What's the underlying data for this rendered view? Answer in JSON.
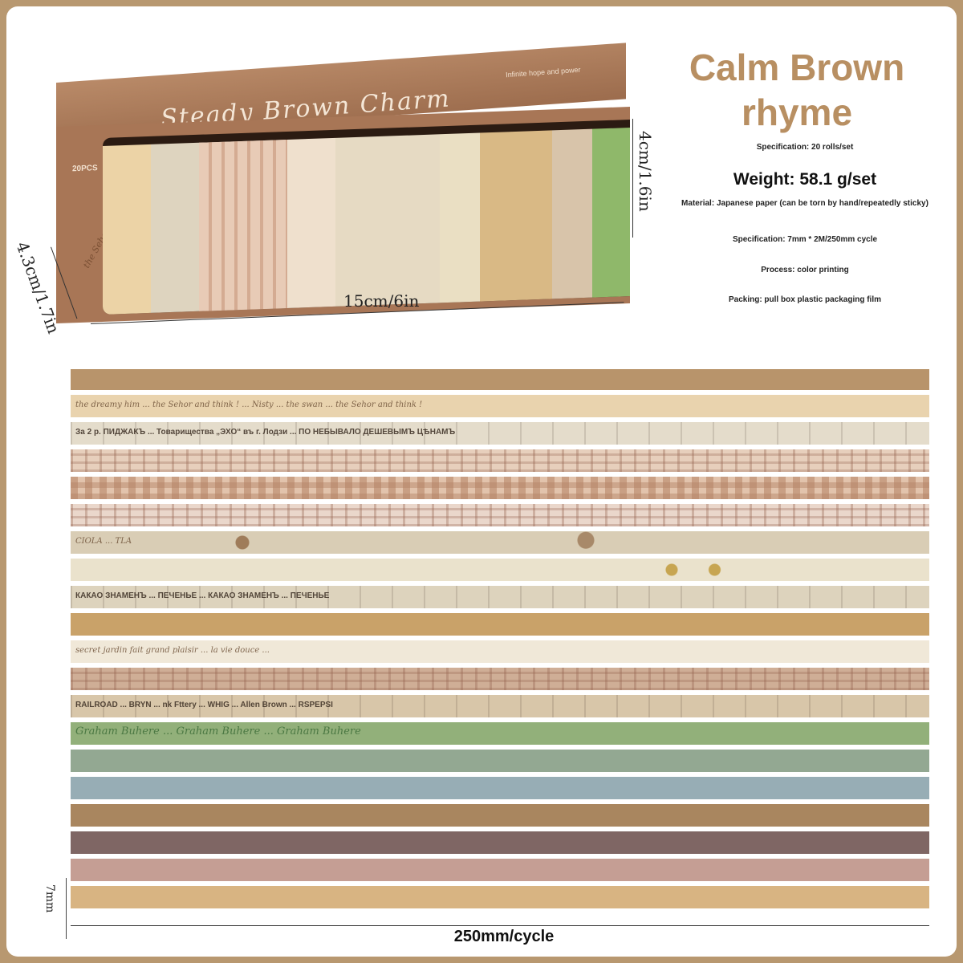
{
  "product": {
    "box_title": "Steady Brown Charm",
    "box_small_text": "Infinite hope and power",
    "box_brand": "20PCS",
    "box_handwriting": "the Sehor and think!"
  },
  "dimensions": {
    "length": "15cm/6in",
    "height": "4cm/1.6in",
    "depth": "4.3cm/1.7in",
    "tape_width": "7mm",
    "cycle": "250mm/cycle"
  },
  "info": {
    "title_line1": "Calm Brown",
    "title_line2": "rhyme",
    "spec_rolls": "Specification: 20 rolls/set",
    "weight": "Weight: 58.1 g/set",
    "material": "Material: Japanese paper (can be torn by hand/repeatedly sticky)",
    "spec_size": "Specification: 7mm * 2M/250mm cycle",
    "process": "Process: color printing",
    "packing": "Packing: pull box plastic packaging film"
  },
  "colors": {
    "title": "#b88f62",
    "border": "#b89870"
  },
  "tapes": [
    {
      "style": "solid",
      "color": "#b8946b",
      "text": ""
    },
    {
      "style": "script",
      "color": "#e9d3ae",
      "text": "the dreamy him ... the Sehor and think ! ... Nisty ... the swan ... the Sehor and think !"
    },
    {
      "style": "news",
      "color": "#e4dccb",
      "text": "За 2 р. ПИДЖАКЪ ... Товарищества „ЭХО“ въ г. Лодзи ... ПО НЕБЫВАЛО ДЕШЕВЫМЪ ЦѢНАМЪ"
    },
    {
      "style": "plaid",
      "color": "#e7cfbc",
      "text": ""
    },
    {
      "style": "gingham",
      "color": "#e2c3ac",
      "text": ""
    },
    {
      "style": "plaid",
      "color": "#ead7cb",
      "text": ""
    },
    {
      "style": "grunge",
      "color": "#d9cdb5",
      "text": "CIOLA ... TLA"
    },
    {
      "style": "celestial",
      "color": "#eae2cc",
      "text": ""
    },
    {
      "style": "news",
      "color": "#ddd3bd",
      "text": "КАКАО ЗНАМЕНЪ ... ПЕЧЕНЬЕ ... КАКАО ЗНАМЕНЪ ... ПЕЧЕНЬЕ"
    },
    {
      "style": "solid",
      "color": "#c9a269",
      "text": ""
    },
    {
      "style": "script",
      "color": "#f0e8d8",
      "text": "secret jardin fait grand plaisir ... la vie douce ..."
    },
    {
      "style": "plaid",
      "color": "#cfae96",
      "text": ""
    },
    {
      "style": "news",
      "color": "#d8c6a9",
      "text": "RAILROAD ... BRYN ... nk Fttery ... WHIG ... Allen Brown ... RSPEPSI"
    },
    {
      "style": "green",
      "color": "#92b07a",
      "text": "Graham Buhere ... Graham Buhere ... Graham Buhere"
    },
    {
      "style": "solid",
      "color": "#93a892",
      "text": ""
    },
    {
      "style": "solid",
      "color": "#97adb5",
      "text": ""
    },
    {
      "style": "solid",
      "color": "#a9865f",
      "text": ""
    },
    {
      "style": "solid",
      "color": "#7f6664",
      "text": ""
    },
    {
      "style": "solid",
      "color": "#c59e94",
      "text": ""
    },
    {
      "style": "solid",
      "color": "#d8b482",
      "text": ""
    }
  ]
}
